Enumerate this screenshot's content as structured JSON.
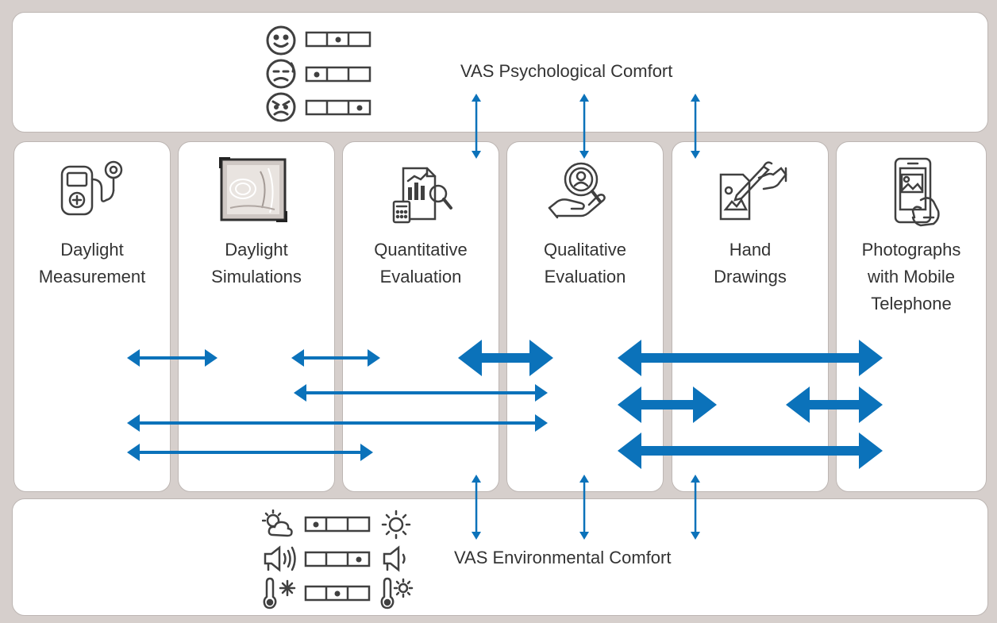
{
  "top": {
    "title": "VAS Psychological Comfort",
    "icons": [
      "smile-face-icon",
      "sweat-face-icon",
      "angry-face-icon"
    ]
  },
  "bottom": {
    "title": "VAS Environmental Comfort",
    "icons": [
      "cloud-sun-icon",
      "sun-icon",
      "loud-speaker-icon",
      "quiet-speaker-icon",
      "cold-thermometer-icon",
      "hot-thermometer-icon"
    ]
  },
  "columns": [
    {
      "label": "Daylight\nMeasurement",
      "icon": "light-meter-icon"
    },
    {
      "label": "Daylight\nSimulations",
      "icon": "simulation-render-icon"
    },
    {
      "label": "Quantitative\nEvaluation",
      "icon": "report-analysis-icon"
    },
    {
      "label": "Qualitative\nEvaluation",
      "icon": "person-search-icon"
    },
    {
      "label": "Hand\nDrawings",
      "icon": "hand-drawing-icon"
    },
    {
      "label": "Photographs\nwith Mobile\nTelephone",
      "icon": "mobile-photo-icon"
    }
  ],
  "colors": {
    "arrow": "#0b72ba",
    "stroke": "#404040",
    "background": "#d6cfcc",
    "panel": "#ffffff"
  }
}
